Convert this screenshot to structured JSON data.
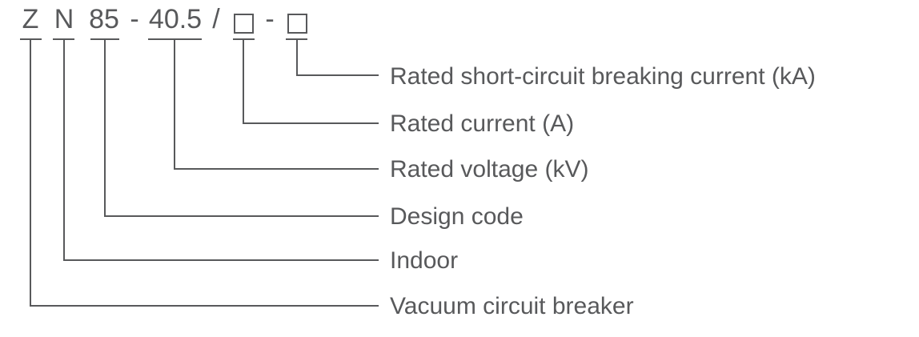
{
  "colors": {
    "ink": "#58595b",
    "background": "#ffffff"
  },
  "model_code": {
    "full_string": "Z N 85 - 40.5 / □ - □",
    "segments": [
      {
        "text": "Z"
      },
      {
        "text": "N"
      },
      {
        "text": "85"
      },
      {
        "text": "-"
      },
      {
        "text": "40.5"
      },
      {
        "text": "/"
      },
      {
        "text": "-"
      }
    ]
  },
  "labels": [
    {
      "text": "Rated short-circuit breaking current (kA)"
    },
    {
      "text": "Rated current (A)"
    },
    {
      "text": "Rated voltage (kV)"
    },
    {
      "text": "Design code"
    },
    {
      "text": "Indoor"
    },
    {
      "text": "Vacuum circuit breaker"
    }
  ]
}
